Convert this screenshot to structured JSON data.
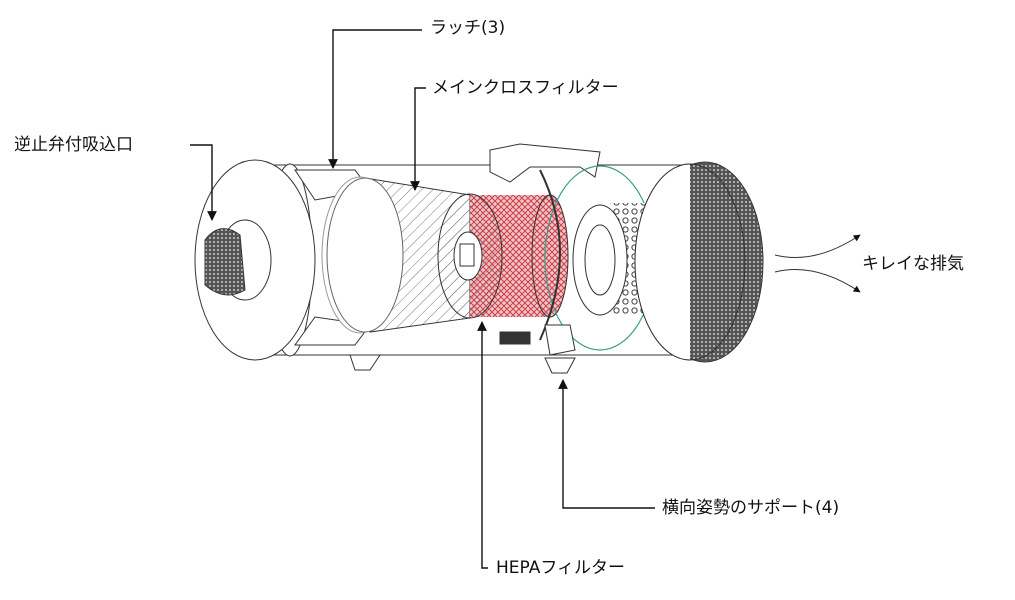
{
  "labels": {
    "latch": "ラッチ(3)",
    "main_cloth_filter": "メインクロスフィルター",
    "inlet": "逆止弁付吸込口",
    "exhaust": "キレイな排気",
    "support": "横向姿勢のサポート(4)",
    "hepa": "HEPAフィルター"
  },
  "colors": {
    "hepa": "#d9636b",
    "ring": "#3aa08a",
    "line": "#222222"
  }
}
